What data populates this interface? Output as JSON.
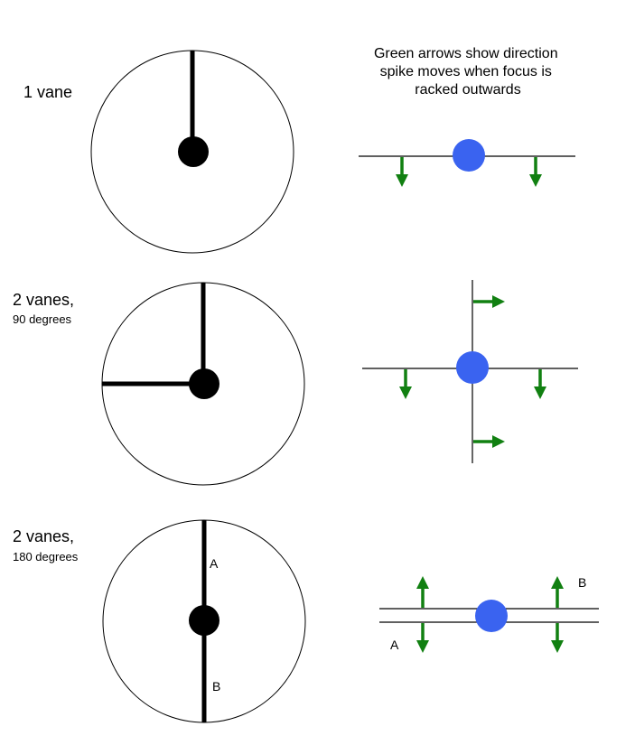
{
  "caption": {
    "lines": [
      "Green arrows show direction",
      "spike moves when focus is",
      "racked outwards"
    ]
  },
  "panels": [
    {
      "title": "1 vane",
      "subtitle": ""
    },
    {
      "title": "2 vanes,",
      "subtitle": "90 degrees"
    },
    {
      "title": "2 vanes,",
      "subtitle": "180 degrees",
      "vane_labels": [
        "A",
        "B"
      ],
      "spike_labels": [
        "A",
        "B"
      ]
    }
  ],
  "colors": {
    "arrow": "#118011",
    "star": "#3a63f0",
    "vane": "#000000"
  }
}
